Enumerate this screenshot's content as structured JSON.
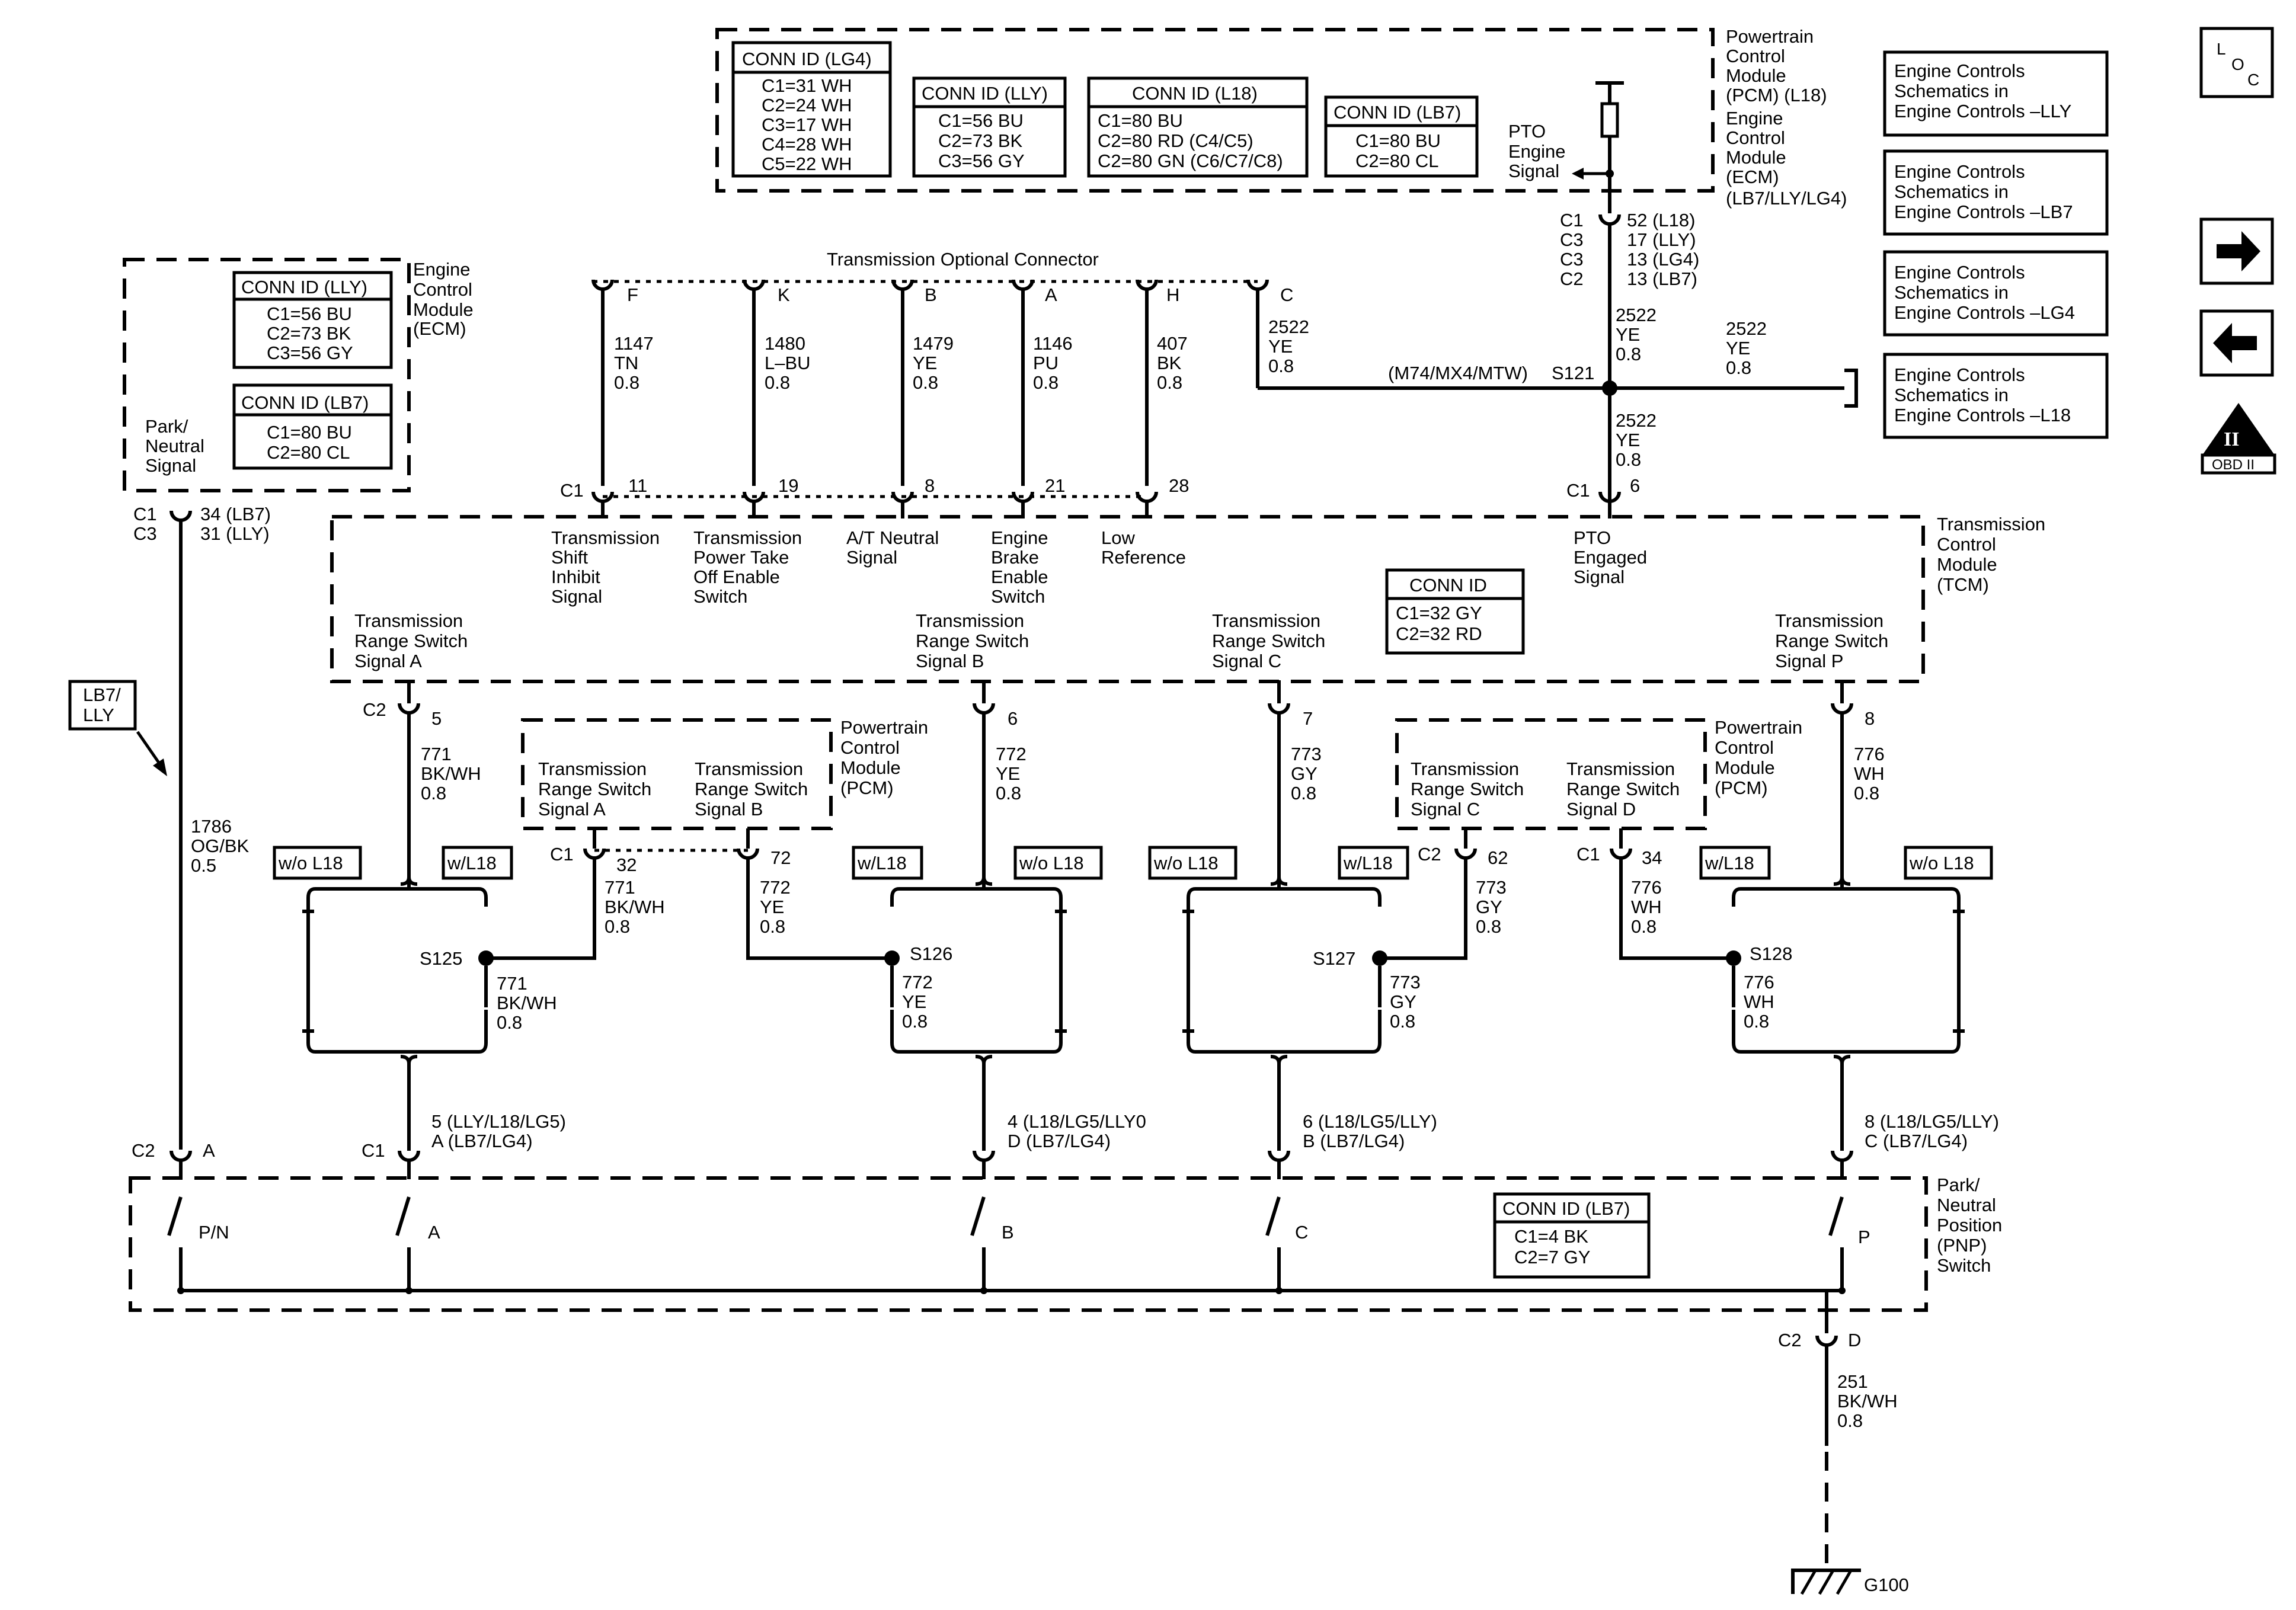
{
  "pcm_box": {
    "conn_lg4": {
      "title": "CONN ID (LG4)",
      "lines": [
        "C1=31 WH",
        "C2=24 WH",
        "C3=17 WH",
        "C4=28 WH",
        "C5=22 WH"
      ]
    },
    "conn_lly": {
      "title": "CONN ID (LLY)",
      "lines": [
        "C1=56 BU",
        "C2=73 BK",
        "C3=56 GY"
      ]
    },
    "conn_l18": {
      "title": "CONN ID (L18)",
      "lines": [
        "C1=80 BU",
        "C2=80 RD (C4/C5)",
        "C2=80 GN (C6/C7/C8)"
      ]
    },
    "conn_lb7": {
      "title": "CONN ID (LB7)",
      "lines": [
        "C1=80 BU",
        "C2=80 CL"
      ]
    },
    "module_label": [
      "Powertrain",
      "Control",
      "Module",
      "(PCM) (L18)",
      "Engine",
      "Control",
      "Module",
      "(ECM)",
      "(LB7/LLY/LG4)"
    ],
    "pto_label": [
      "PTO",
      "Engine",
      "Signal"
    ]
  },
  "right_refs": [
    [
      "Engine Controls",
      "Schematics in",
      "Engine Controls –LLY"
    ],
    [
      "Engine Controls",
      "Schematics in",
      "Engine Controls –LB7"
    ],
    [
      "Engine Controls",
      "Schematics in",
      "Engine Controls –LG4"
    ],
    [
      "Engine Controls",
      "Schematics in",
      "Engine Controls –L18"
    ]
  ],
  "loc": {
    "l": "L",
    "o": "O",
    "c": "C"
  },
  "obd": "OBD II",
  "obd_mark": "II",
  "pcm_pins": {
    "c_labels": [
      "C1",
      "C3",
      "C3",
      "C2"
    ],
    "pins": [
      "52 (L18)",
      "17 (LLY)",
      "13 (LG4)",
      "13 (LB7)"
    ]
  },
  "s121": {
    "splice": "S121",
    "options": "(M74/MX4/MTW)",
    "wire_up": [
      "2522",
      "YE",
      "0.8"
    ],
    "wire_right": [
      "2522",
      "YE",
      "0.8"
    ],
    "wire_down": [
      "2522",
      "YE",
      "0.8"
    ]
  },
  "ecm_box": {
    "conn_lly": {
      "title": "CONN ID (LLY)",
      "lines": [
        "C1=56 BU",
        "C2=73 BK",
        "C3=56 GY"
      ]
    },
    "conn_lb7": {
      "title": "CONN ID (LB7)",
      "lines": [
        "C1=80 BU",
        "C2=80 CL"
      ]
    },
    "module_label": [
      "Engine",
      "Control",
      "Module",
      "(ECM)"
    ],
    "signal_label": [
      "Park/",
      "Neutral",
      "Signal"
    ],
    "pin_c": [
      "C1",
      "C3"
    ],
    "pin_n": [
      "34 (LB7)",
      "31 (LLY)"
    ]
  },
  "lb7_tag": [
    "LB7/",
    "LLY"
  ],
  "park_wire": [
    "1786",
    "OG/BK",
    "0.5"
  ],
  "opt_connector": {
    "title": "Transmission Optional Connector",
    "pins": [
      "F",
      "K",
      "B",
      "A",
      "H",
      "C"
    ],
    "wires": [
      [
        "1147",
        "TN",
        "0.8"
      ],
      [
        "1480",
        "L–BU",
        "0.8"
      ],
      [
        "1479",
        "YE",
        "0.8"
      ],
      [
        "1146",
        "PU",
        "0.8"
      ],
      [
        "407",
        "BK",
        "0.8"
      ],
      [
        "2522",
        "YE",
        "0.8"
      ]
    ]
  },
  "tcm": {
    "title": [
      "Transmission",
      "Control",
      "Module",
      "(TCM)"
    ],
    "c1": "C1",
    "top_pins": [
      "11",
      "19",
      "8",
      "21",
      "28"
    ],
    "pto_pin": "6",
    "pto_c1": "C1",
    "top_labels": [
      [
        "Transmission",
        "Shift",
        "Inhibit",
        "Signal"
      ],
      [
        "Transmission",
        "Power Take",
        "Off Enable",
        "Switch"
      ],
      [
        "A/T Neutral",
        "Signal"
      ],
      [
        "Engine",
        "Brake",
        "Enable",
        "Switch"
      ],
      [
        "Low",
        "Reference"
      ]
    ],
    "pto_engaged": [
      "PTO",
      "Engaged",
      "Signal"
    ],
    "conn": {
      "title": "CONN ID",
      "lines": [
        "C1=32 GY",
        "C2=32 RD"
      ]
    },
    "range_labels": [
      [
        "Transmission",
        "Range Switch",
        "Signal A"
      ],
      [
        "Transmission",
        "Range Switch",
        "Signal B"
      ],
      [
        "Transmission",
        "Range Switch",
        "Signal C"
      ],
      [
        "Transmission",
        "Range Switch",
        "Signal P"
      ]
    ],
    "c2": "C2",
    "bottom_pins": [
      "5",
      "6",
      "7",
      "8"
    ]
  },
  "tcm_wires": [
    [
      "771",
      "BK/WH",
      "0.8"
    ],
    [
      "772",
      "YE",
      "0.8"
    ],
    [
      "773",
      "GY",
      "0.8"
    ],
    [
      "776",
      "WH",
      "0.8"
    ]
  ],
  "pcm_lower_left": {
    "title": [
      "Powertrain",
      "Control",
      "Module",
      "(PCM)"
    ],
    "left": [
      "Transmission",
      "Range Switch",
      "Signal A"
    ],
    "right": [
      "Transmission",
      "Range Switch",
      "Signal B"
    ],
    "c": "C1",
    "pin_a": "32",
    "pin_b": "72",
    "wire_a": [
      "771",
      "BK/WH",
      "0.8"
    ],
    "wire_b": [
      "772",
      "YE",
      "0.8"
    ]
  },
  "pcm_lower_right": {
    "title": [
      "Powertrain",
      "Control",
      "Module",
      "(PCM)"
    ],
    "left": [
      "Transmission",
      "Range Switch",
      "Signal C"
    ],
    "right": [
      "Transmission",
      "Range Switch",
      "Signal D"
    ],
    "c_left": "C2",
    "pin_c": "62",
    "c_right": "C1",
    "pin_d": "34",
    "wire_c": [
      "773",
      "GY",
      "0.8"
    ],
    "wire_d": [
      "776",
      "WH",
      "0.8"
    ]
  },
  "options": {
    "wo": "w/o L18",
    "w": "w/L18"
  },
  "splices": {
    "s125": {
      "name": "S125",
      "wire": [
        "771",
        "BK/WH",
        "0.8"
      ]
    },
    "s126": {
      "name": "S126",
      "wire": [
        "772",
        "YE",
        "0.8"
      ]
    },
    "s127": {
      "name": "S127",
      "wire": [
        "773",
        "GY",
        "0.8"
      ]
    },
    "s128": {
      "name": "S128",
      "wire": [
        "776",
        "WH",
        "0.8"
      ]
    }
  },
  "pnp_pins": {
    "c2": "C2",
    "a_pin": "A",
    "c1": "C1",
    "p1": [
      "5 (LLY/L18/LG5)",
      "A (LB7/LG4)"
    ],
    "p2": [
      "4 (L18/LG5/LLY0",
      "D (LB7/LG4)"
    ],
    "p3": [
      "6 (L18/LG5/LLY)",
      "B (LB7/LG4)"
    ],
    "p4": [
      "8 (L18/LG5/LLY)",
      "C (LB7/LG4)"
    ]
  },
  "pnp": {
    "title": [
      "Park/",
      "Neutral",
      "Position",
      "(PNP)",
      "Switch"
    ],
    "switches": [
      "P/N",
      "A",
      "B",
      "C",
      "P"
    ],
    "conn": {
      "title": "CONN ID (LB7)",
      "lines": [
        "C1=4 BK",
        "C2=7 GY"
      ]
    }
  },
  "ground": {
    "c2": "C2",
    "pin": "D",
    "wire": [
      "251",
      "BK/WH",
      "0.8"
    ],
    "name": "G100"
  }
}
